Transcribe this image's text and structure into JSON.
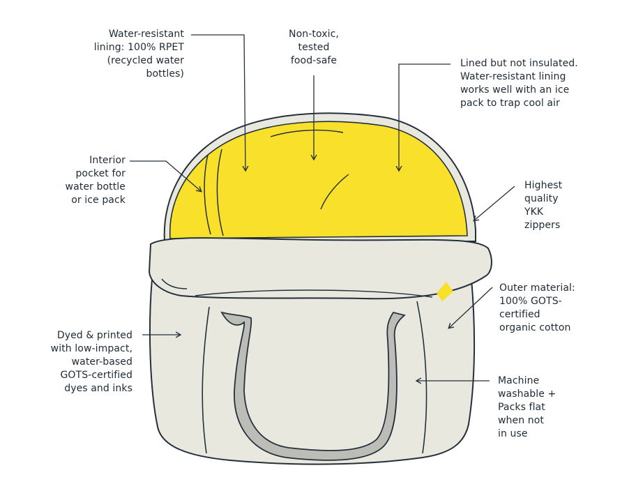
{
  "colors": {
    "ink": "#1d2a36",
    "bag_fill": "#e9e8de",
    "lining_yellow": "#f9e02b",
    "handle_fill": "#bdbdb7",
    "outline": "#23303b"
  },
  "icons": [
    "arrow-icon",
    "bag-illustration"
  ],
  "callouts": {
    "lining": [
      "Water-resistant",
      "lining: 100% RPET",
      "(recycled water",
      "bottles)"
    ],
    "food_safe": [
      "Non-toxic,",
      "tested",
      "food-safe"
    ],
    "insulation": [
      "Lined but not insulated.",
      "Water-resistant lining",
      "works well with an ice",
      "pack to trap cool air"
    ],
    "pocket": [
      "Interior",
      "pocket for",
      "water bottle",
      "or ice pack"
    ],
    "zippers": [
      "Highest",
      "quality",
      "YKK",
      "zippers"
    ],
    "outer": [
      "Outer material:",
      "100% GOTS-",
      "certified",
      "organic cotton"
    ],
    "dyes": [
      "Dyed & printed",
      "with low-impact,",
      "water-based",
      "GOTS-certified",
      "dyes and inks"
    ],
    "washable": [
      "Machine",
      "washable +",
      "Packs flat",
      "when not",
      "in use"
    ]
  }
}
